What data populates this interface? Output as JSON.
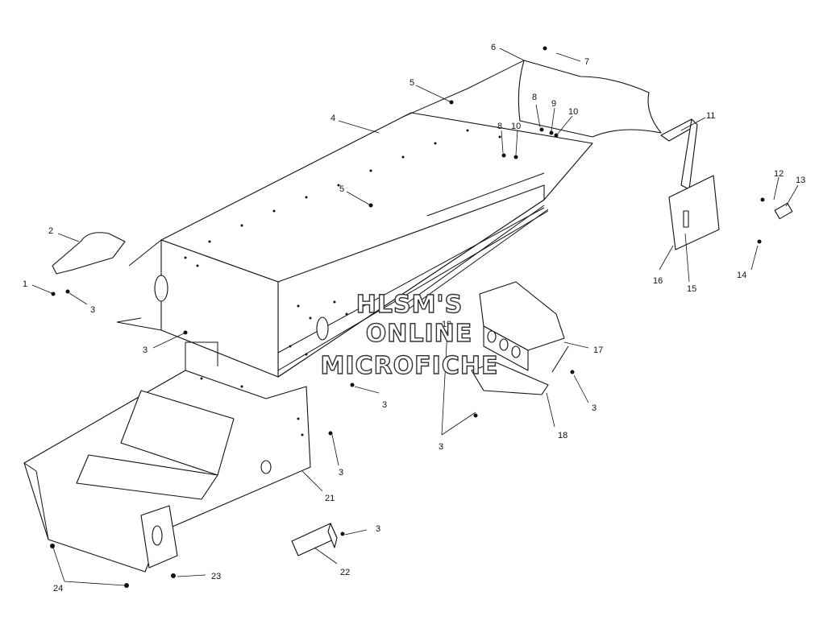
{
  "watermark": {
    "line1": "HLSM'S",
    "line2": "ONLINE",
    "line3": "MICROFICHE"
  },
  "callouts": [
    {
      "id": "c1",
      "label": "1"
    },
    {
      "id": "c2",
      "label": "2"
    },
    {
      "id": "c3a",
      "label": "3"
    },
    {
      "id": "c3b",
      "label": "3"
    },
    {
      "id": "c3c",
      "label": "3"
    },
    {
      "id": "c3d",
      "label": "3"
    },
    {
      "id": "c3e",
      "label": "3"
    },
    {
      "id": "c3f",
      "label": "3"
    },
    {
      "id": "c3g",
      "label": "3"
    },
    {
      "id": "c4",
      "label": "4"
    },
    {
      "id": "c5a",
      "label": "5"
    },
    {
      "id": "c5b",
      "label": "5"
    },
    {
      "id": "c6",
      "label": "6"
    },
    {
      "id": "c7",
      "label": "7"
    },
    {
      "id": "c8a",
      "label": "8"
    },
    {
      "id": "c8b",
      "label": "8"
    },
    {
      "id": "c9",
      "label": "9"
    },
    {
      "id": "c10a",
      "label": "10"
    },
    {
      "id": "c10b",
      "label": "10"
    },
    {
      "id": "c11",
      "label": "11"
    },
    {
      "id": "c12",
      "label": "12"
    },
    {
      "id": "c13",
      "label": "13"
    },
    {
      "id": "c14",
      "label": "14"
    },
    {
      "id": "c15",
      "label": "15"
    },
    {
      "id": "c16",
      "label": "16"
    },
    {
      "id": "c17",
      "label": "17"
    },
    {
      "id": "c18",
      "label": "18"
    },
    {
      "id": "c19",
      "label": "19"
    },
    {
      "id": "c21",
      "label": "21"
    },
    {
      "id": "c22",
      "label": "22"
    },
    {
      "id": "c23",
      "label": "23"
    },
    {
      "id": "c24",
      "label": "24"
    }
  ]
}
